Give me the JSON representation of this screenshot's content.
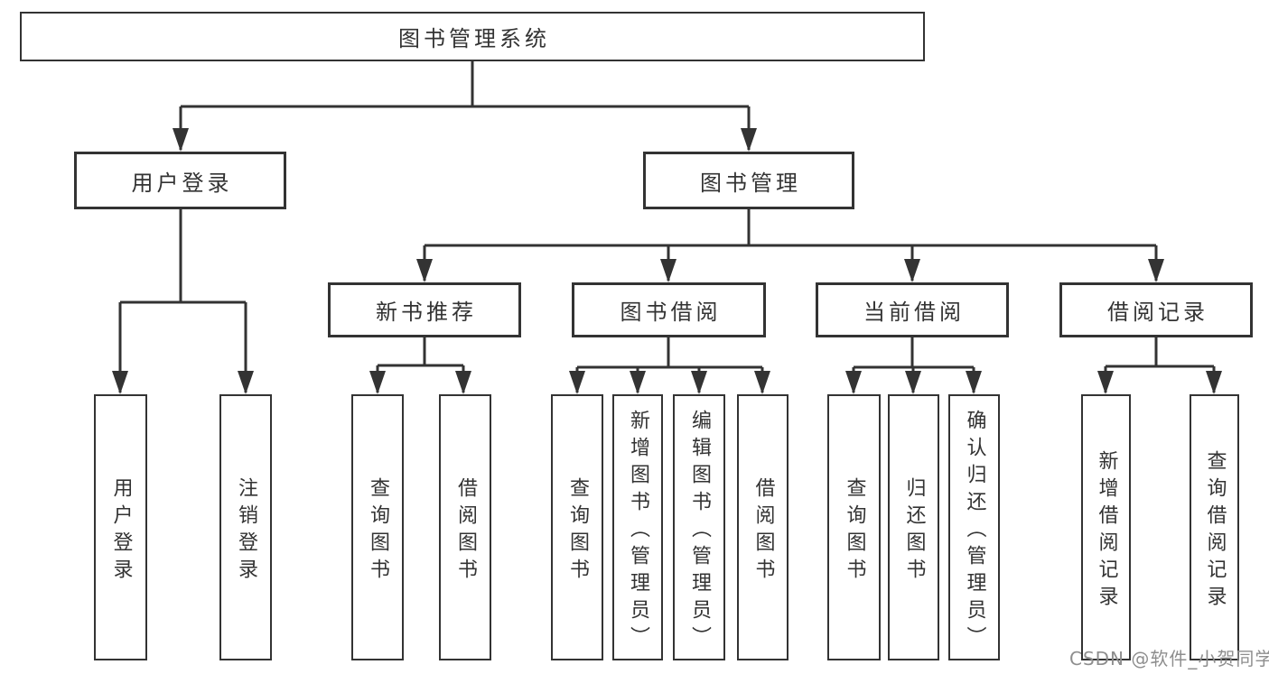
{
  "diagram": {
    "root": "图书管理系统",
    "level2": [
      "用户登录",
      "图书管理"
    ],
    "level3": [
      "新书推荐",
      "图书借阅",
      "当前借阅",
      "借阅记录"
    ],
    "leaves": {
      "user_login": [
        "用户登录",
        "注销登录"
      ],
      "new_book": [
        "查询图书",
        "借阅图书"
      ],
      "book_borrow": [
        "查询图书",
        "新增图书（管理员）",
        "编辑图书（管理员）",
        "借阅图书"
      ],
      "current_borrow": [
        "查询图书",
        "归还图书",
        "确认归还（管理员）"
      ],
      "records": [
        "新增借阅记录",
        "查询借阅记录"
      ]
    }
  },
  "watermark": "CSDN @软件_小贺同学",
  "colors": {
    "line": "#333333",
    "box_border": "#333333",
    "text": "#333333",
    "watermark": "#8e8e8e",
    "background": "#ffffff"
  }
}
